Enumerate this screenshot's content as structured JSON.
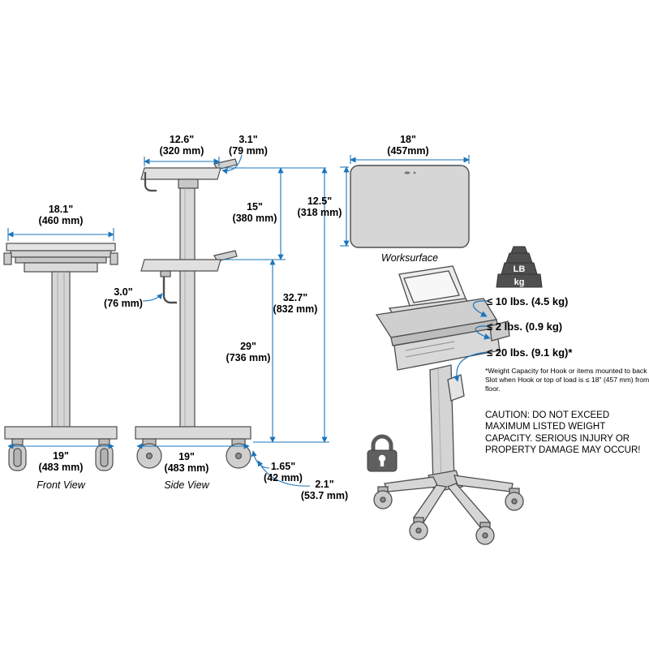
{
  "colors": {
    "dimension_blue": "#1b75bb",
    "line": "#4d4d4d"
  },
  "front_view": {
    "label": "Front View",
    "top_width_in": "18.1\"",
    "top_width_mm": "(460 mm)",
    "base_width_in": "19\"",
    "base_width_mm": "(483 mm)"
  },
  "side_view": {
    "label": "Side View",
    "top_depth_in": "12.6\"",
    "top_depth_mm": "(320 mm)",
    "handle_in": "3.1\"",
    "handle_mm": "(79 mm)",
    "travel_in": "15\"",
    "travel_mm": "(380 mm)",
    "hook_in": "3.0\"",
    "hook_mm": "(76 mm)",
    "max_height_in": "32.7\"",
    "max_height_mm": "(832 mm)",
    "min_height_in": "29\"",
    "min_height_mm": "(736 mm)",
    "base_depth_in": "19\"",
    "base_depth_mm": "(483 mm)",
    "caster_offset_in": "1.65\"",
    "caster_offset_mm": "(42 mm)",
    "caster_height_in": "2.1\"",
    "caster_height_mm": "(53.7 mm)"
  },
  "worksurface": {
    "label": "Worksurface",
    "width_in": "18\"",
    "width_mm": "(457mm)",
    "depth_in": "12.5\"",
    "depth_mm": "(318 mm)"
  },
  "capacities": {
    "worksurface": "≤ 10 lbs. (4.5 kg)",
    "slot": "≤ 2 lbs. (0.9 kg)",
    "hook": "≤ 20 lbs. (9.1 kg)*"
  },
  "weight_icon": {
    "lb": "LB",
    "kg": "kg"
  },
  "footnote": "*Weight Capacity for Hook or items mounted to back Slot when Hook or top of load is ≤ 18\" (457 mm) from floor.",
  "caution": "CAUTION:  DO NOT EXCEED MAXIMUM LISTED WEIGHT CAPACITY. SERIOUS INJURY OR PROPERTY DAMAGE MAY OCCUR!"
}
